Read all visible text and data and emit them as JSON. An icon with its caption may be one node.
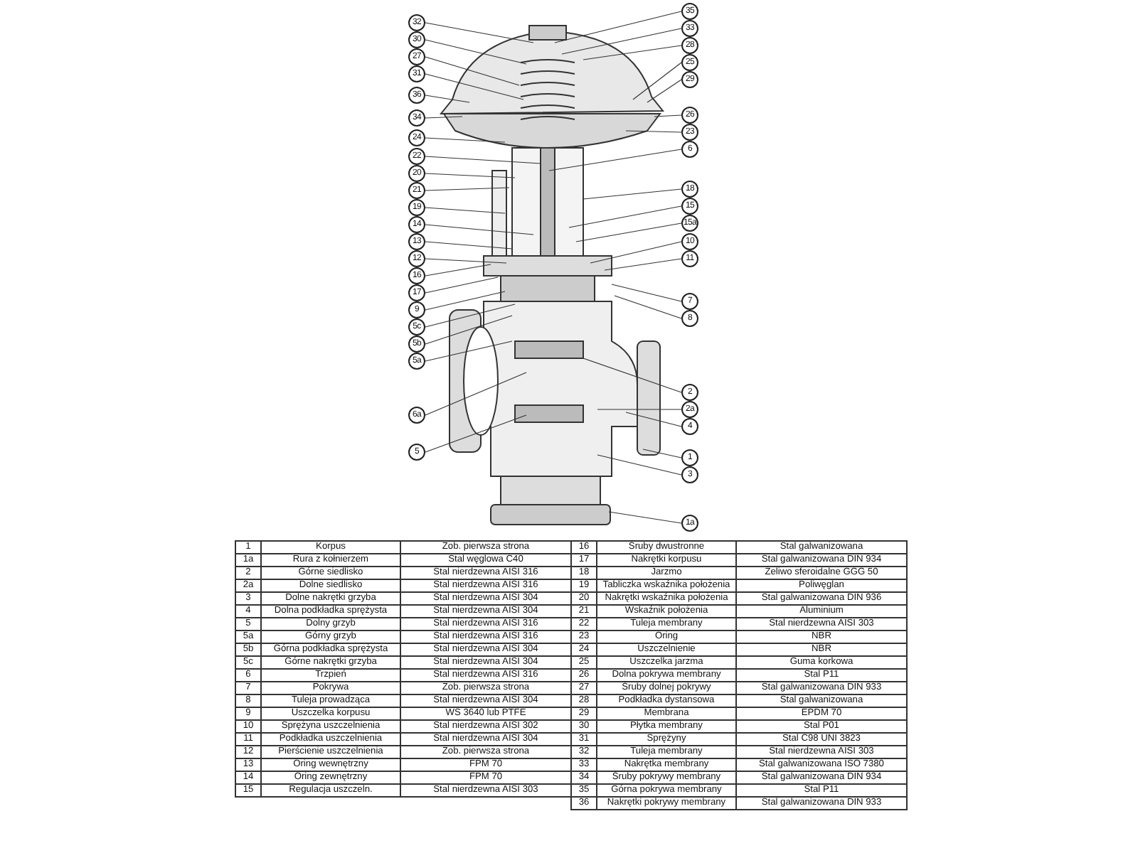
{
  "diagram": {
    "nodes": [
      {
        "text": [
          "32"
        ]
      },
      {
        "text": [
          "30"
        ]
      },
      {
        "text": [
          "27"
        ]
      },
      {
        "text": [
          "31"
        ]
      },
      {
        "text": [
          "36"
        ]
      },
      {
        "text": [
          "34"
        ]
      },
      {
        "text": [
          "24"
        ]
      },
      {
        "text": [
          "22"
        ]
      },
      {
        "text": [
          "20"
        ]
      },
      {
        "text": [
          "21"
        ]
      },
      {
        "text": [
          "19"
        ]
      },
      {
        "text": [
          "14"
        ]
      },
      {
        "text": [
          "13"
        ]
      },
      {
        "text": [
          "12"
        ]
      },
      {
        "text": [
          "16"
        ]
      },
      {
        "text": [
          "17"
        ]
      },
      {
        "text": [
          "9"
        ]
      },
      {
        "text": [
          "5c"
        ]
      },
      {
        "text": [
          "5b"
        ]
      },
      {
        "text": [
          "5a"
        ]
      },
      {
        "text": [
          "6a"
        ]
      },
      {
        "text": [
          "5"
        ]
      },
      {
        "text": [
          "35"
        ]
      },
      {
        "text": [
          "33"
        ]
      },
      {
        "text": [
          "28"
        ]
      },
      {
        "text": [
          "25"
        ]
      },
      {
        "text": [
          "29"
        ]
      },
      {
        "text": [
          "26"
        ]
      },
      {
        "text": [
          "23"
        ]
      },
      {
        "text": [
          "6"
        ]
      },
      {
        "text": [
          "18"
        ]
      },
      {
        "text": [
          "15"
        ]
      },
      {
        "text": [
          "15a"
        ]
      },
      {
        "text": [
          "10"
        ]
      },
      {
        "text": [
          "11"
        ]
      },
      {
        "text": [
          "7"
        ]
      },
      {
        "text": [
          "8"
        ]
      },
      {
        "text": [
          "2"
        ]
      },
      {
        "text": [
          "2a"
        ]
      },
      {
        "text": [
          "4"
        ]
      },
      {
        "text": [
          "1"
        ]
      },
      {
        "text": [
          "3"
        ]
      },
      {
        "text": [
          "1a"
        ]
      }
    ],
    "edges": [
      {
        "from": 0,
        "to": null,
        "arrow": "none"
      },
      {
        "from": 1,
        "to": null,
        "arrow": "none"
      },
      {
        "from": 2,
        "to": null,
        "arrow": "none"
      },
      {
        "from": 3,
        "to": null,
        "arrow": "none"
      },
      {
        "from": 4,
        "to": null,
        "arrow": "none"
      },
      {
        "from": 5,
        "to": null,
        "arrow": "none"
      },
      {
        "from": 6,
        "to": null,
        "arrow": "none"
      },
      {
        "from": 7,
        "to": null,
        "arrow": "none"
      },
      {
        "from": 8,
        "to": null,
        "arrow": "none"
      },
      {
        "from": 9,
        "to": null,
        "arrow": "none"
      },
      {
        "from": 10,
        "to": null,
        "arrow": "none"
      },
      {
        "from": 11,
        "to": null,
        "arrow": "none"
      },
      {
        "from": 12,
        "to": null,
        "arrow": "none"
      },
      {
        "from": 13,
        "to": null,
        "arrow": "none"
      },
      {
        "from": 14,
        "to": null,
        "arrow": "none"
      },
      {
        "from": 15,
        "to": null,
        "arrow": "none"
      },
      {
        "from": 16,
        "to": null,
        "arrow": "none"
      },
      {
        "from": 17,
        "to": null,
        "arrow": "none"
      },
      {
        "from": 18,
        "to": null,
        "arrow": "none"
      },
      {
        "from": 19,
        "to": null,
        "arrow": "none"
      },
      {
        "from": 20,
        "to": null,
        "arrow": "none"
      },
      {
        "from": 21,
        "to": null,
        "arrow": "none"
      },
      {
        "from": 22,
        "to": null,
        "arrow": "none"
      },
      {
        "from": 23,
        "to": null,
        "arrow": "none"
      },
      {
        "from": 24,
        "to": null,
        "arrow": "none"
      },
      {
        "from": 25,
        "to": null,
        "arrow": "none"
      },
      {
        "from": 26,
        "to": null,
        "arrow": "none"
      },
      {
        "from": 27,
        "to": null,
        "arrow": "none"
      },
      {
        "from": 28,
        "to": null,
        "arrow": "none"
      },
      {
        "from": 29,
        "to": null,
        "arrow": "none"
      },
      {
        "from": 30,
        "to": null,
        "arrow": "none"
      },
      {
        "from": 31,
        "to": null,
        "arrow": "none"
      },
      {
        "from": 32,
        "to": null,
        "arrow": "none"
      },
      {
        "from": 33,
        "to": null,
        "arrow": "none"
      },
      {
        "from": 34,
        "to": null,
        "arrow": "none"
      },
      {
        "from": 35,
        "to": null,
        "arrow": "none"
      },
      {
        "from": 36,
        "to": null,
        "arrow": "none"
      },
      {
        "from": 37,
        "to": null,
        "arrow": "none"
      },
      {
        "from": 38,
        "to": null,
        "arrow": "none"
      },
      {
        "from": 39,
        "to": null,
        "arrow": "none"
      },
      {
        "from": 40,
        "to": null,
        "arrow": "none"
      },
      {
        "from": 41,
        "to": null,
        "arrow": "none"
      },
      {
        "from": 42,
        "to": null,
        "arrow": "none"
      }
    ],
    "labels": [
      "1",
      "Korpus",
      "Zob. pierwsza strona",
      "1a",
      "Rura z kołnierzem",
      "Stal węglowa C40",
      "2",
      "Górne siedlisko",
      "Stal nierdzewna AISI 316",
      "2a",
      "Dolne siedlisko",
      "Stal nierdzewna AISI 316",
      "3",
      "Dolne nakrętki grzyba",
      "Stal nierdzewna AISI 304",
      "4",
      "Dolna podkładka sprężysta",
      "Stal nierdzewna AISI 304",
      "5",
      "Dolny grzyb",
      "Stal nierdzewna AISI 316",
      "5a",
      "Górny grzyb",
      "Stal nierdzewna AISI 316",
      "5b",
      "Górna podkładka sprężysta",
      "Stal nierdzewna AISI 304",
      "5c",
      "Górne nakrętki grzyba",
      "Stal nierdzewna AISI 304",
      "6",
      "Trzpień",
      "Stal nierdzewna AISI 316",
      "7",
      "Pokrywa",
      "Zob. pierwsza strona",
      "8",
      "Tuleja prowadząca",
      "Stal nierdzewna AISI 304",
      "9",
      "Uszczelka korpusu",
      "WS 3640 lub PTFE",
      "10",
      "Sprężyna uszczelnienia",
      "Stal nierdzewna AISI 302",
      "11",
      "Podkładka uszczelnienia",
      "Stal nierdzewna AISI 304",
      "12",
      "Pierścienie uszczelnienia",
      "Zob. pierwsza strona",
      "13",
      "Oring wewnętrzny",
      "FPM 70",
      "14",
      "Oring zewnętrzny",
      "FPM 70",
      "15",
      "Regulacja uszczeln.",
      "Stal nierdzewna AISI 303",
      "16",
      "Śruby dwustronne",
      "Stal galwanizowana",
      "17",
      "Nakrętki korpusu",
      "Stal galwanizowana DIN 934",
      "18",
      "Jarzmo",
      "Żeliwo sferoidalne GGG 50",
      "19",
      "Tabliczka wskaźnika położenia",
      "Poliwęglan",
      "20",
      "Nakrętki wskaźnika położenia",
      "Stal galwanizowana DIN 936",
      "21",
      "Wskaźnik położenia",
      "Aluminium",
      "22",
      "Tuleja membrany",
      "Stal nierdzewna AISI 303",
      "23",
      "Oring",
      "NBR",
      "24",
      "Uszczelnienie",
      "NBR",
      "25",
      "Uszczelka jarzma",
      "Guma korkowa",
      "26",
      "Dolna pokrywa membrany",
      "Stal P11",
      "27",
      "Śruby dolnej pokrywy",
      "Stal galwanizowana DIN 933",
      "28",
      "Podkładka dystansowa",
      "Stal galwanizowana",
      "29",
      "Membrana",
      "EPDM 70",
      "30",
      "Płytka membrany",
      "Stal P01",
      "31",
      "Sprężyny",
      "Stal C98 UNI 3823",
      "32",
      "Tuleja membrany",
      "Stal nierdzewna AISI 303",
      "33",
      "Nakrętka membrany",
      "Stal galwanizowana ISO 7380",
      "34",
      "Śruby pokrywy membrany",
      "Stal galwanizowana DIN 934",
      "35",
      "Górna pokrywa membrany",
      "Stal P11",
      "36",
      "Nakrętki pokrywy membrany",
      "Stal galwanizowana DIN 933"
    ]
  }
}
